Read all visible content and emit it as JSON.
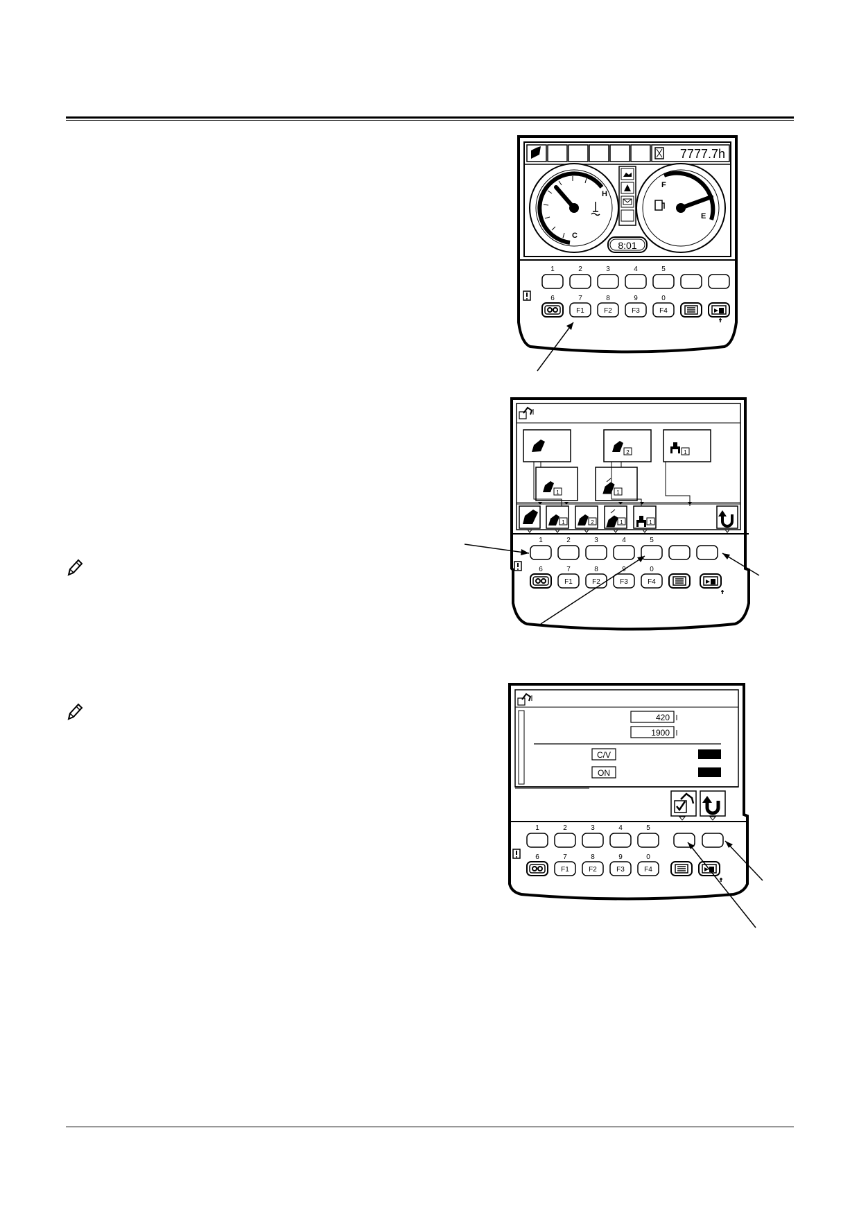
{
  "panel1": {
    "hour_meter": "7777.7h",
    "clock": "8:01",
    "gauge_temp": {
      "high": "H",
      "low": "C"
    },
    "gauge_fuel": {
      "full": "F",
      "empty": "E"
    },
    "top_key_numbers": [
      "1",
      "2",
      "3",
      "4",
      "5"
    ],
    "bottom_key_numbers": [
      "6",
      "7",
      "8",
      "9",
      "0"
    ],
    "f_keys": [
      "F1",
      "F2",
      "F3",
      "F4"
    ]
  },
  "panel2": {
    "attachment_tags": [
      "2",
      "1",
      "1"
    ],
    "bottom_tags": [
      "1",
      "2",
      "1",
      "1"
    ],
    "top_key_numbers": [
      "1",
      "2",
      "3",
      "4",
      "5"
    ],
    "bottom_key_numbers": [
      "6",
      "7",
      "8",
      "9",
      "0"
    ],
    "f_keys": [
      "F1",
      "F2",
      "F3",
      "F4"
    ]
  },
  "panel3": {
    "value_1": "420",
    "value_2": "1900",
    "option_1": "C/V",
    "option_2": "ON",
    "top_key_numbers": [
      "1",
      "2",
      "3",
      "4",
      "5"
    ],
    "bottom_key_numbers": [
      "6",
      "7",
      "8",
      "9",
      "0"
    ],
    "f_keys": [
      "F1",
      "F2",
      "F3",
      "F4"
    ]
  },
  "icons": [
    "note-pencil-icon",
    "bucket-icon",
    "breaker-icon",
    "return-arrow-icon",
    "checkmark-icon",
    "fuel-pump-icon",
    "coolant-icon",
    "menu-list-icon",
    "camera-icon",
    "warning-icon"
  ]
}
